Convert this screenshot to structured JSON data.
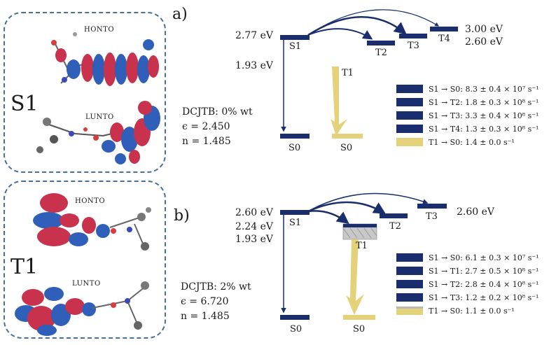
{
  "panel_s1": {
    "state": "S1",
    "honto_label": "HONTO",
    "lunto_label": "LUNTO"
  },
  "panel_t1": {
    "state": "T1",
    "honto_label": "HONTO",
    "lunto_label": "LUNTO"
  },
  "diagram_a": {
    "panel_label": "a)",
    "s1_energy": "2.77 eV",
    "t1_energy": "1.93 eV",
    "t3_energy": "3.00 eV",
    "t4_energy": "2.60 eV",
    "labels": {
      "s1": "S1",
      "t1": "T1",
      "t2": "T2",
      "t3": "T3",
      "t4": "T4",
      "s0a": "S0",
      "s0b": "S0"
    },
    "params": {
      "dopant": "DCJTB: 0% wt",
      "epsilon": "ϵ = 2.450",
      "n": "n = 1.485"
    },
    "legend": [
      {
        "text": "S1 → S0: 8.3 ± 0.4 × 10⁷ s⁻¹",
        "color": "#1a2e6e"
      },
      {
        "text": "S1 → T2: 1.8 ± 0.3 × 10⁸ s⁻¹",
        "color": "#1a2e6e"
      },
      {
        "text": "S1 → T3: 3.3 ± 0.4 × 10⁸ s⁻¹",
        "color": "#1a2e6e"
      },
      {
        "text": "S1 → T4: 1.3 ± 0.3 × 10⁸ s⁻¹",
        "color": "#1a2e6e"
      },
      {
        "text": "T1 → S0: 1.4 ± 0.0 s⁻¹",
        "color": "#e3d27a"
      }
    ]
  },
  "diagram_b": {
    "panel_label": "b)",
    "s1_energy": "2.60 eV",
    "t1_energy_a": "2.24 eV",
    "t1_energy_b": "1.93 eV",
    "t3_energy": "2.60 eV",
    "labels": {
      "s1": "S1",
      "t1": "T1",
      "t2": "T2",
      "t3": "T3",
      "s0a": "S0",
      "s0b": "S0"
    },
    "params": {
      "dopant": "DCJTB: 2% wt",
      "epsilon": "ϵ = 6.720",
      "n": "n = 1.485"
    },
    "legend": [
      {
        "text": "S1 → S0: 6.1 ± 0.3 × 10⁷ s⁻¹",
        "color": "#1a2e6e"
      },
      {
        "text": "S1 → T1: 2.7 ± 0.5 × 10⁸ s⁻¹",
        "color": "#1a2e6e"
      },
      {
        "text": "S1 → T2: 2.8 ± 0.4 × 10⁸ s⁻¹",
        "color": "#1a2e6e"
      },
      {
        "text": "S1 → T3: 1.2 ± 0.2 × 10⁸ s⁻¹",
        "color": "#1a2e6e"
      },
      {
        "text": "T1 → S0: 1.1 ± 0.0 s⁻¹",
        "color": "#e3d27a"
      }
    ]
  },
  "colors": {
    "navy": "#1a2e6e",
    "yellow": "#e3d27a",
    "panel_border": "#4a6f98",
    "orbital_red": "#c8324d",
    "orbital_blue": "#2f5fb8"
  }
}
